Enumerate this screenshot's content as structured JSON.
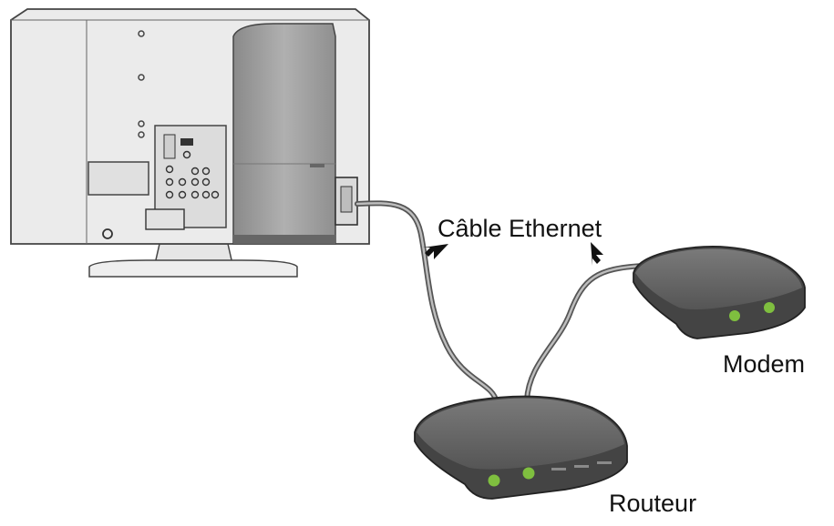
{
  "labels": {
    "cable": "Câble Ethernet",
    "modem": "Modem",
    "router": "Routeur"
  },
  "colors": {
    "device_body": "#4a4a4a",
    "device_top": "#6b6b6b",
    "led_green": "#7fbf3f",
    "tv_frame": "#e9e9e9",
    "tv_panel": "#9a9a9a",
    "cable": "#7a7a7a",
    "outline": "#333333"
  },
  "icons": [
    "tv-rear",
    "ethernet-cable",
    "modem-device",
    "router-device",
    "arrow-icon",
    "led-icon"
  ]
}
